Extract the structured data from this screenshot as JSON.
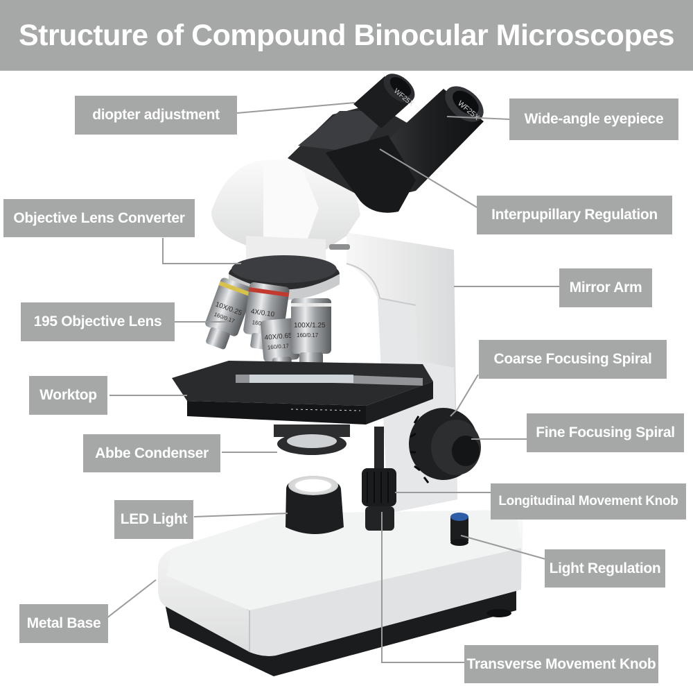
{
  "title": "Structure of Compound Binocular Microscopes",
  "labels": {
    "diopter": "diopter adjustment",
    "eyepiece": "Wide-angle eyepiece",
    "converter": "Objective Lens Converter",
    "interpupillary": "Interpupillary Regulation",
    "mirror_arm": "Mirror Arm",
    "objective": "195 Objective Lens",
    "coarse": "Coarse Focusing Spiral",
    "worktop": "Worktop",
    "fine": "Fine Focusing Spiral",
    "abbe": "Abbe Condenser",
    "longitudinal": "Longitudinal  Movement Knob",
    "led": "LED Light",
    "light_reg": "Light Regulation",
    "base": "Metal Base",
    "transverse": "Transverse Movement Knob"
  },
  "lens_markings": {
    "eyepiece_left": "WF25X",
    "eyepiece_right": "WF25X",
    "obj_10x": "10X/0.25",
    "obj_10x_sub": "160/0.17",
    "obj_4x": "4X/0.10",
    "obj_4x_sub": "160/0.17",
    "obj_40x": "40X/0.65",
    "obj_40x_sub": "160/0.17",
    "obj_100x": "100X/1.25",
    "obj_100x_sub": "160/0.17"
  },
  "colors": {
    "label_bg": "#a6a8a8",
    "label_text": "#ffffff",
    "leader_line": "#9a9a9a",
    "body_white": "#ecedee",
    "body_black": "#1c1d1f"
  }
}
